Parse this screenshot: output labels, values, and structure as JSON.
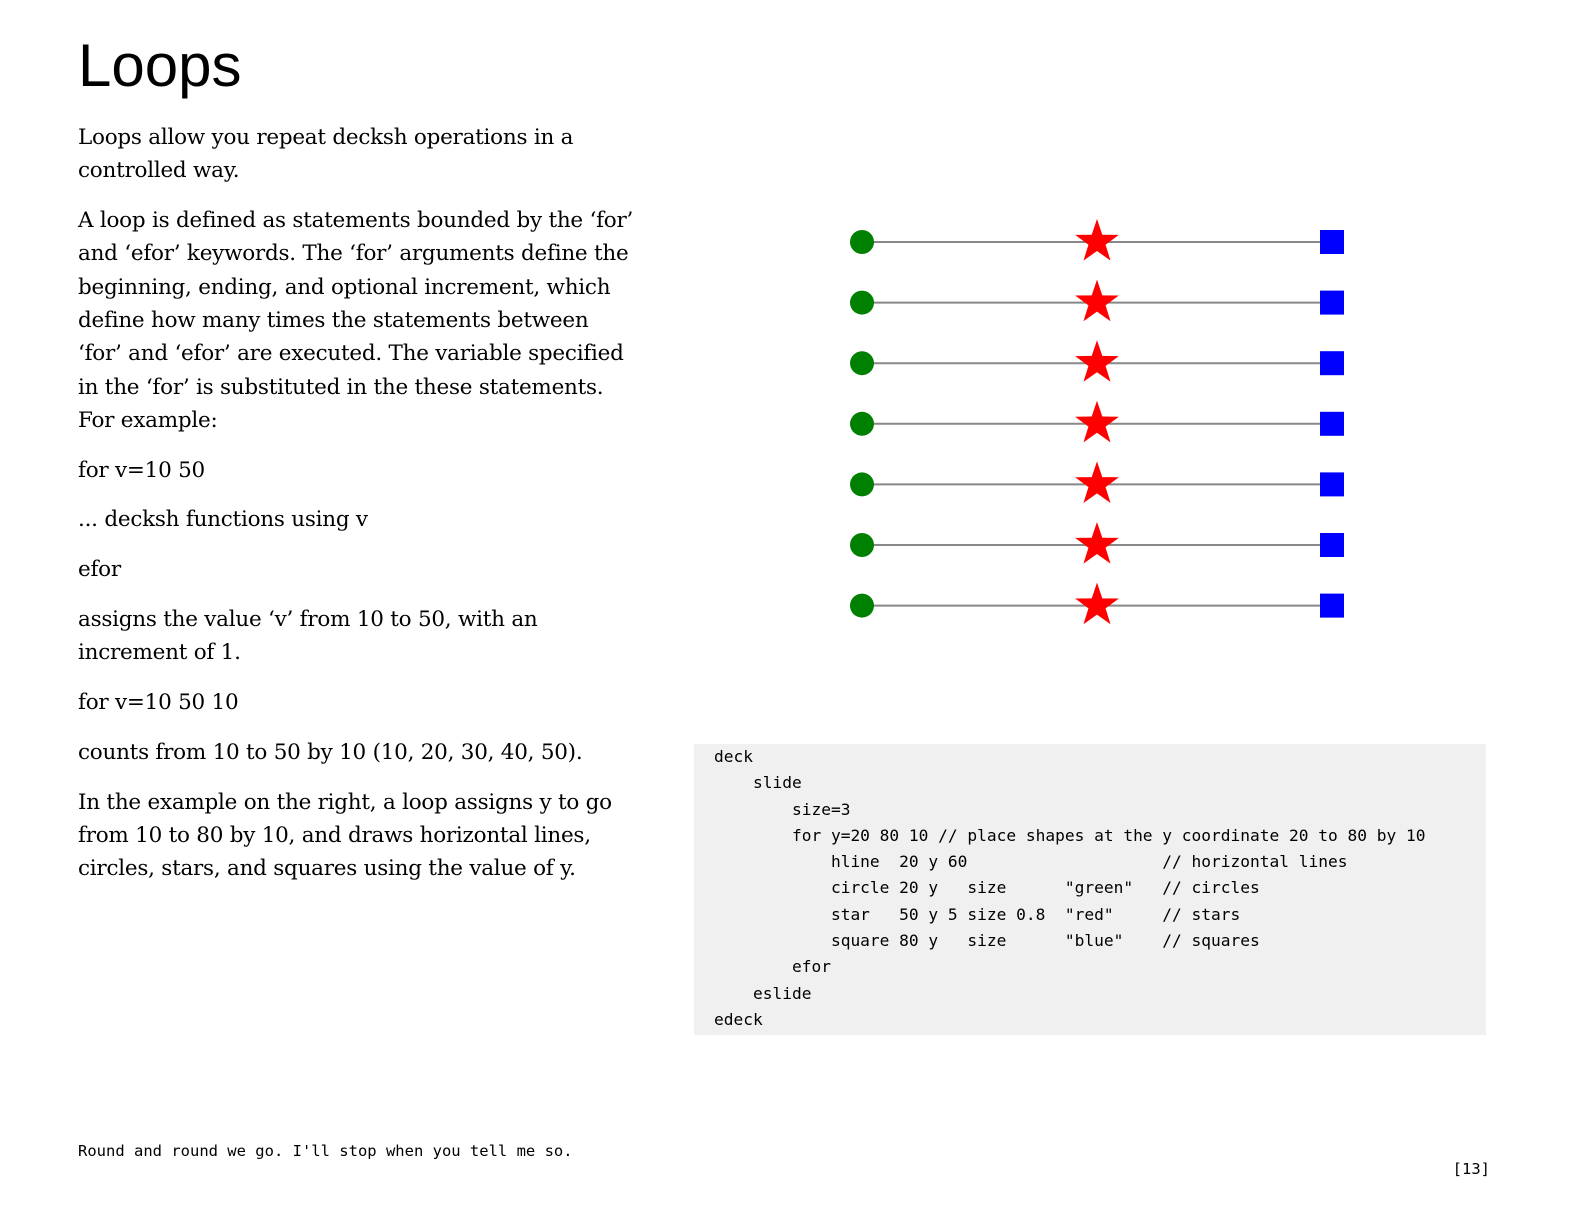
{
  "title": "Loops",
  "paragraphs": [
    "Loops allow you repeat decksh operations in a controlled way.",
    "A loop is defined as statements bounded by the ‘for’ and ‘efor’ keywords. The ‘for’ arguments define the beginning, ending, and optional increment, which define how many times the statements between ‘for’ and ‘efor’ are executed. The variable specified in the ‘for’ is substituted in the these statements. For example:",
    "for v=10 50",
    "... decksh functions using v",
    "efor",
    "assigns the value ‘v’ from 10 to 50, with an increment of 1.",
    "for v=10 50 10",
    "counts from 10 to 50 by 10 (10, 20, 30, 40, 50).",
    "In the example on the right, a loop assigns y to go from 10 to 80 by 10, and draws horizontal lines, circles, stars, and squares using the value of y."
  ],
  "figure": {
    "row_count": 7,
    "line_color": "#888888",
    "circle_color": "#008000",
    "star_color": "#ff0000",
    "square_color": "#0000ff"
  },
  "code": "deck\n    slide\n        size=3\n        for y=20 80 10 // place shapes at the y coordinate 20 to 80 by 10\n            hline  20 y 60                    // horizontal lines\n            circle 20 y   size      \"green\"   // circles\n            star   50 y 5 size 0.8  \"red\"     // stars\n            square 80 y   size      \"blue\"    // squares\n        efor\n    eslide\nedeck",
  "caption": "Round and round we go. I'll stop when you tell me so.",
  "page_number": "[13]"
}
